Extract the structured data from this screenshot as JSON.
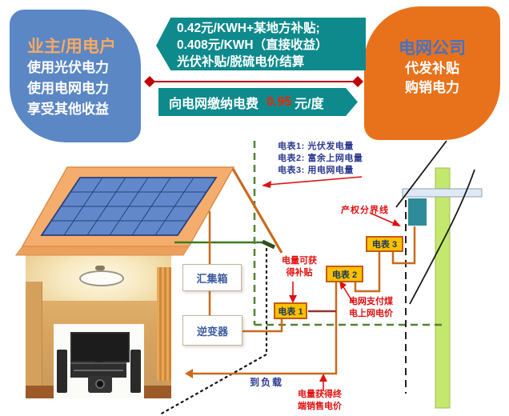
{
  "palette": {
    "owner_box_bg": "#5b87c5",
    "owner_title": "#f9a961",
    "grid_box_bg": "#e8721c",
    "grid_title": "#4472c4",
    "banner_teal": "#0e8a8d",
    "price_red": "#ff1e00",
    "connector_red": "#c00000",
    "meter_bg": "#ffc000",
    "meter_border": "#c55a11",
    "wire_orange": "#cb6a1c",
    "wire_darkred": "#943634",
    "dash_green": "#538135",
    "roof_orange": "#f5ad6d",
    "panel_blue": "#6288cb",
    "pole_green": "#c4e86d",
    "transformer_teal": "#2e8b9a",
    "label_red": "#e01010",
    "label_blue": "#2b3990"
  },
  "owner_box": {
    "title": "业主/用电户",
    "lines": [
      "使用光伏电力",
      "使用电网电力",
      "享受其他收益"
    ]
  },
  "grid_box": {
    "title": "电网公司",
    "lines": [
      "代发补贴",
      "购销电力"
    ]
  },
  "subsidy_banner": {
    "lines": [
      "0.42元/KWH+某地方补贴;",
      "0.408元/KWH（直接收益）",
      "光伏补贴/脱硫电价结算"
    ]
  },
  "payment_banner": {
    "prefix": "向电网缴纳电费",
    "price": "0.95",
    "suffix": "元/度"
  },
  "meter_legend": {
    "lines": [
      "电表1: 光伏发电量",
      "电表2: 富余上网电量",
      "电表3: 用电网电量"
    ]
  },
  "labels": {
    "property_line": "产权分界线",
    "subsidy_note_line1": "电量可获",
    "subsidy_note_line2": "得补贴",
    "coal_price_line1": "电网支付煤",
    "coal_price_line2": "电上网电价",
    "retail_price_line1": "电量获得终",
    "retail_price_line2": "端销售电价",
    "to_load": "到负载",
    "combiner_box": "汇集箱",
    "inverter": "逆变器",
    "meter1": "电表 1",
    "meter2": "电表 2",
    "meter3": "电表 3"
  }
}
